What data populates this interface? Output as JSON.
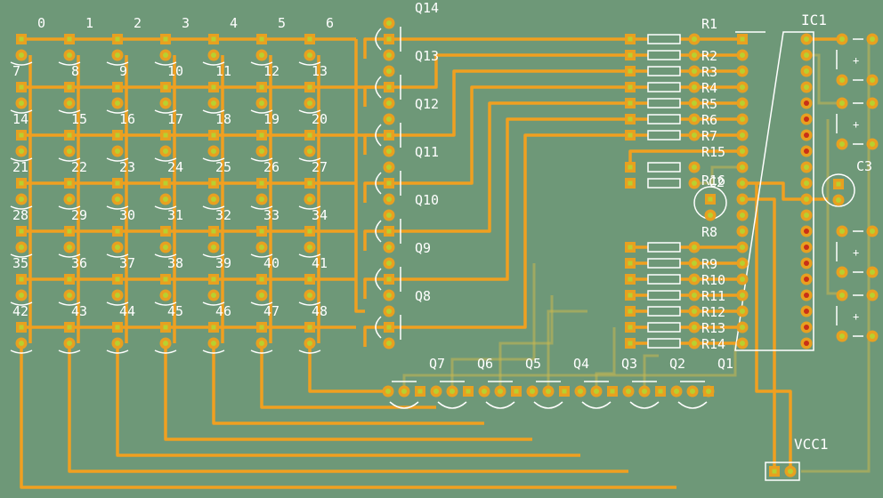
{
  "matrix_labels": [
    "0",
    "1",
    "2",
    "3",
    "4",
    "5",
    "6",
    "7",
    "8",
    "9",
    "10",
    "11",
    "12",
    "13",
    "14",
    "15",
    "16",
    "17",
    "18",
    "19",
    "20",
    "21",
    "22",
    "23",
    "24",
    "25",
    "26",
    "27",
    "28",
    "29",
    "30",
    "31",
    "32",
    "33",
    "34",
    "35",
    "36",
    "37",
    "38",
    "39",
    "40",
    "41",
    "42",
    "43",
    "44",
    "45",
    "46",
    "47",
    "48"
  ],
  "transistors_right": [
    "Q14",
    "Q13",
    "Q12",
    "Q11",
    "Q10",
    "Q9",
    "Q8"
  ],
  "transistors_bottom": [
    "Q7",
    "Q6",
    "Q5",
    "Q4",
    "Q3",
    "Q2",
    "Q1"
  ],
  "resistors_top": [
    "R1",
    "R2",
    "R3",
    "R4",
    "R5",
    "R6",
    "R7"
  ],
  "resistors_mid": [
    "R15",
    "R16"
  ],
  "resistors_bottom": [
    "R8",
    "R9",
    "R10",
    "R11",
    "R12",
    "R13",
    "R14"
  ],
  "ic_label": "IC1",
  "c2_label": "C2",
  "c3_label": "C3",
  "vcc_label": "VCC1",
  "plus_sign": "+",
  "minus_sign": "—",
  "colors": {
    "board": "#6e9878",
    "copper": "#f0a020",
    "copper_dim": "#c8b040",
    "pad": "#e8a020",
    "hole": "#b8d030",
    "silk": "#ffffff",
    "red_hole": "#c83018"
  }
}
